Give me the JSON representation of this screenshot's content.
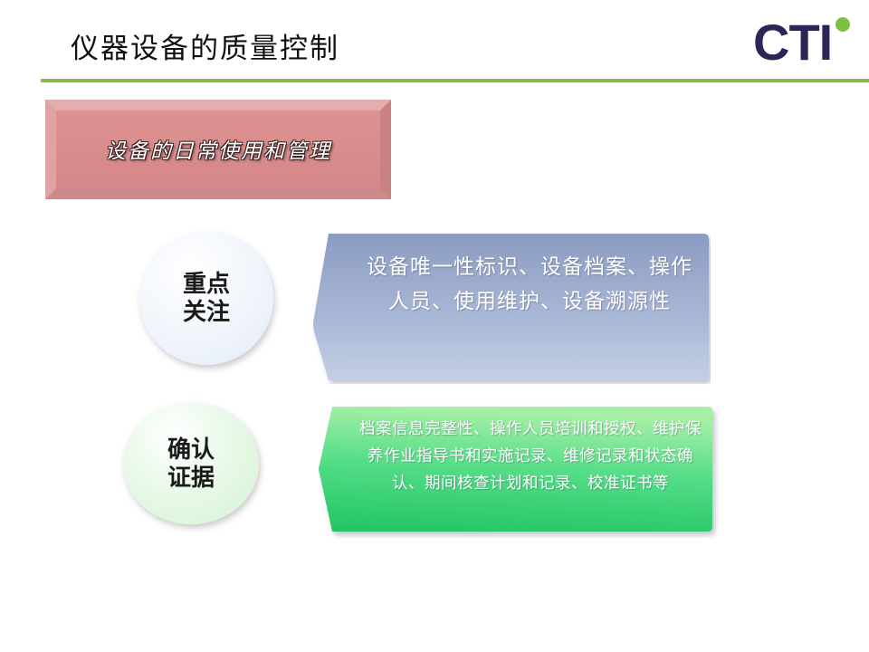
{
  "slide": {
    "title": "仪器设备的质量控制",
    "logo": {
      "text": "CTI",
      "text_color": "#2E2457",
      "dot_color": "#7BC043",
      "dot_name": "green-dot"
    },
    "rule_color": "#8CB653",
    "heading_box": {
      "text": "设备的日常使用和管理",
      "fill_color": "#D98D8D",
      "bevel_light": "#E5AEAE",
      "bevel_dark": "#C98282",
      "text_color": "#FFFFFF"
    },
    "rows": [
      {
        "key": "focus",
        "circle_label": "重点\n关注",
        "banner_text": "设备唯一性标识、设备档案、操作人员、使用维护、设备溯源性",
        "banner_gradient_top": "#8B9CC2",
        "banner_gradient_bottom": "#C3CFE6",
        "circle_fill": "#EDF2FA"
      },
      {
        "key": "evidence",
        "circle_label": "确认\n证据",
        "banner_text": "档案信息完整性、操作人员培训和授权、维护保养作业指导书和实施记录、维修记录和状态确认、期间核查计划和记录、校准证书等",
        "banner_gradient_top": "#A6F0A6",
        "banner_gradient_bottom": "#22C563",
        "circle_fill": "#DCF5DC"
      }
    ]
  }
}
